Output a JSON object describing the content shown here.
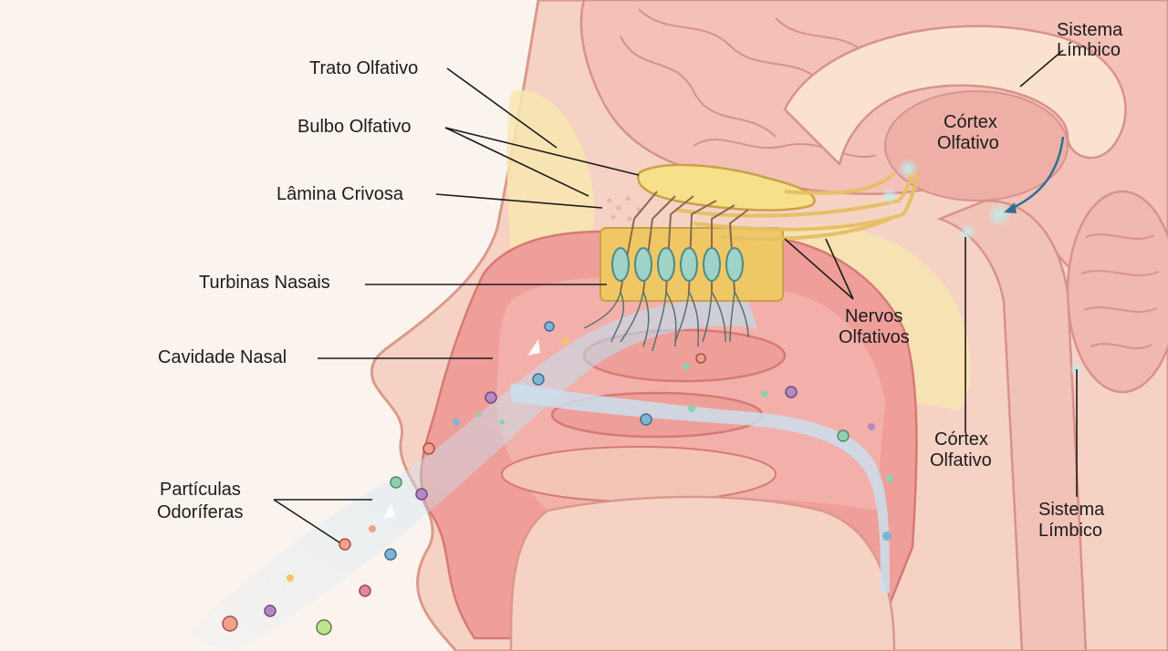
{
  "labels": {
    "trato_olfativo": "Trato Olfativo",
    "bulbo_olfativo": "Bulbo Olfativo",
    "lamina_crivosa": "Lâmina Crivosa",
    "turbinas_nasais": "Turbinas Nasais",
    "cavidade_nasal": "Cavidade Nasal",
    "particulas_l1": "Partículas",
    "particulas_l2": "Odoríferas",
    "sistema_limbico_top_l1": "Sistema",
    "sistema_limbico_top_l2": "Límbico",
    "cortex_olfativo_top_l1": "Córtex",
    "cortex_olfativo_top_l2": "Olfativo",
    "nervos_l1": "Nervos",
    "nervos_l2": "Olfativos",
    "cortex_olfativo_bottom_l1": "Córtex",
    "cortex_olfativo_bottom_l2": "Olfativo",
    "sistema_limbico_bottom_l1": "Sistema",
    "sistema_limbico_bottom_l2": "Límbico"
  },
  "colors": {
    "background": "#fbf3ee",
    "skin": "#f6d2c4",
    "brain": "#f3c1b8",
    "nasal_cavity": "#ef9e9a",
    "bulb": "#f7e08a",
    "airflow": "#b9dcf0",
    "label_text": "#1c1c1c"
  }
}
